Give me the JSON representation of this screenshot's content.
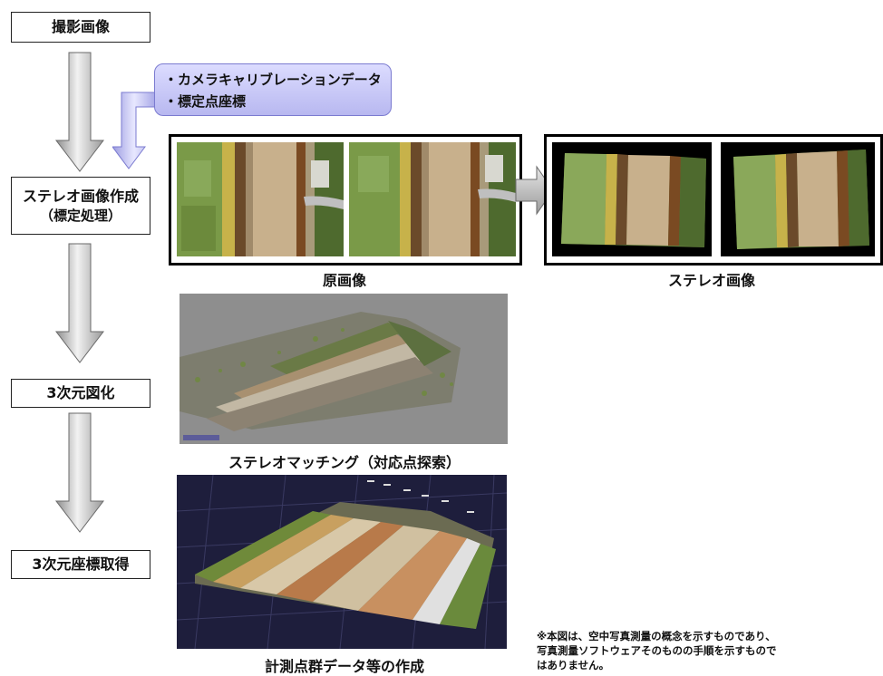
{
  "steps": [
    {
      "label": "撮影画像"
    },
    {
      "label_line1": "ステレオ画像作成",
      "label_line2": "（標定処理）"
    },
    {
      "label": "3次元図化"
    },
    {
      "label": "3次元座標取得"
    }
  ],
  "callout": {
    "item1": "・カメラキャリブレーションデータ",
    "item2": "・標定点座標"
  },
  "captions": {
    "original": "原画像",
    "stereo": "ステレオ画像",
    "matching": "ステレオマッチング（対応点探索）",
    "pointcloud": "計測点群データ等の作成"
  },
  "note": "※本図は、空中写真測量の概念を示すものであり、写真測量ソフトウェアそのものの手順を示すものではありません。",
  "colors": {
    "arrow_gray": "#b0b0b0",
    "callout_fill": "#c8c8f8",
    "callout_border": "#7b7bd0"
  }
}
